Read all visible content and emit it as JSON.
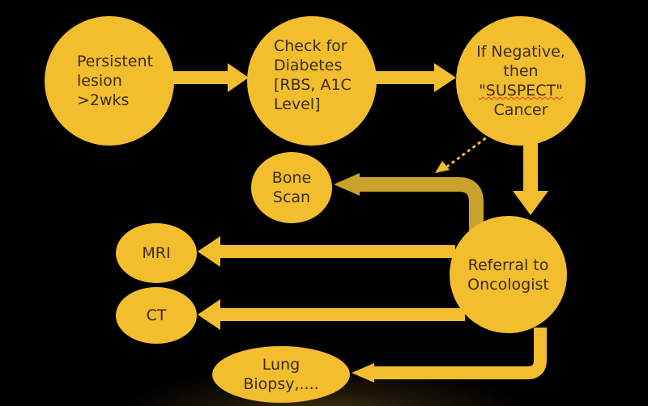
{
  "diagram": {
    "colors": {
      "node_fill": "#f2be2d",
      "arrow": "#f2be2d",
      "arrow_muted": "#c9a22b",
      "text": "#3a2c10",
      "background": "#000000"
    },
    "nodes": {
      "persistent_lesion": {
        "line1": "Persistent",
        "line2": "lesion",
        "line3": ">2wks"
      },
      "check_diabetes": {
        "line1": "Check for",
        "line2": "Diabetes",
        "line3": "[RBS, A1C",
        "line4": "Level]"
      },
      "suspect_cancer": {
        "line1": "If Negative,",
        "line2": "then",
        "line3": "\"SUSPECT\"",
        "line4": "Cancer"
      },
      "bone_scan": {
        "line1": "Bone",
        "line2": "Scan"
      },
      "mri": {
        "label": "MRI"
      },
      "ct": {
        "label": "CT"
      },
      "referral": {
        "line1": "Referral to",
        "line2": "Oncologist"
      },
      "lung_biopsy": {
        "line1": "Lung",
        "line2": "Biopsy,...."
      }
    },
    "connections": [
      {
        "from": "persistent_lesion",
        "to": "check_diabetes"
      },
      {
        "from": "check_diabetes",
        "to": "suspect_cancer"
      },
      {
        "from": "suspect_cancer",
        "to": "referral"
      },
      {
        "from": "suspect_cancer",
        "to": "bone_scan",
        "style": "dotted"
      },
      {
        "from": "referral",
        "to": "bone_scan"
      },
      {
        "from": "referral",
        "to": "mri"
      },
      {
        "from": "referral",
        "to": "ct"
      },
      {
        "from": "referral",
        "to": "lung_biopsy"
      }
    ]
  }
}
